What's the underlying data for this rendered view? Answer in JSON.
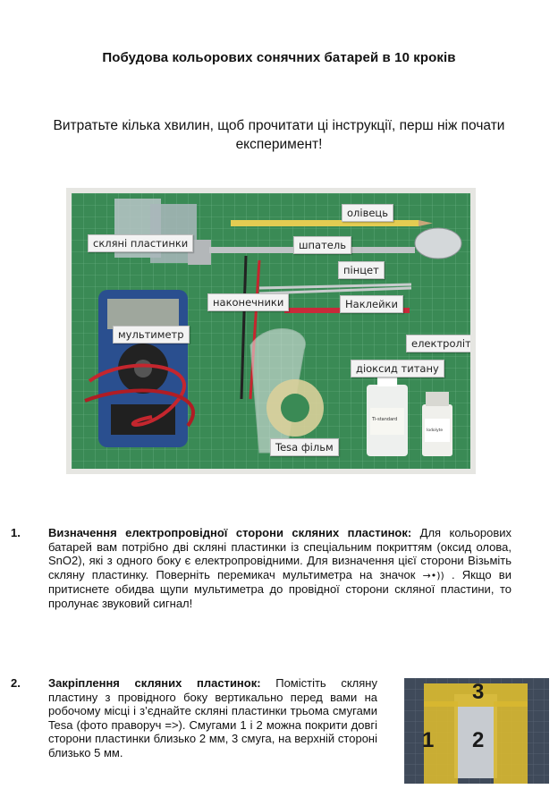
{
  "title": "Побудова кольорових сонячних батарей  в 10 кроків",
  "subtitle": "Витратьте кілька хвилин, щоб прочитати ці інструкції, перш ніж почати експеримент!",
  "photo_labels": {
    "glass": "скляні пластинки",
    "pencil": "олівець",
    "spatula": "шпатель",
    "tweezers": "пінцет",
    "tips": "наконечники",
    "stickers": "Наклейки",
    "multimeter": "мультиметр",
    "electrolyte": "електроліт",
    "titanium": "діоксид титану",
    "tesa": "Tesa фільм"
  },
  "bottle_labels": {
    "big": "Ti-standard",
    "small": "Iodolyte"
  },
  "steps": [
    {
      "number": "1.",
      "heading": "Визначення електропровідної сторони скляних пластинок:",
      "text_a": " Для кольорових батарей вам потрібно дві скляні пластинки із спеціальним покриттям (оксид олова, SnO2), які з одного боку є електропровідними. Для визначення цієї сторони Візьміть скляну пластинку. Поверніть перемикач мультиметра на значок ",
      "symbol": "→•))",
      "text_b": " . Якщо ви притиснете обидва щупи мультиметра до провідної сторони скляної пластини, то пролунає звуковий сигнал!"
    },
    {
      "number": "2.",
      "heading": "Закріплення скляних пластинок:",
      "text_a": "  Помістіть скляну пластину з провідного боку вертикально перед вами на робочому місці і з’єднайте скляні пластинки трьома смугами Tesa (фото праворуч =>). Смугами 1 і 2 можна покрити довгі сторони пластинки близько 2 мм, 3 смуга, на верхній стороні близько 5 мм."
    }
  ],
  "tape_photo_numbers": [
    "1",
    "2",
    "3"
  ],
  "colors": {
    "mat": "#3a8a55",
    "multimeter": "#2a4f8f",
    "tape": "#d8b830"
  }
}
